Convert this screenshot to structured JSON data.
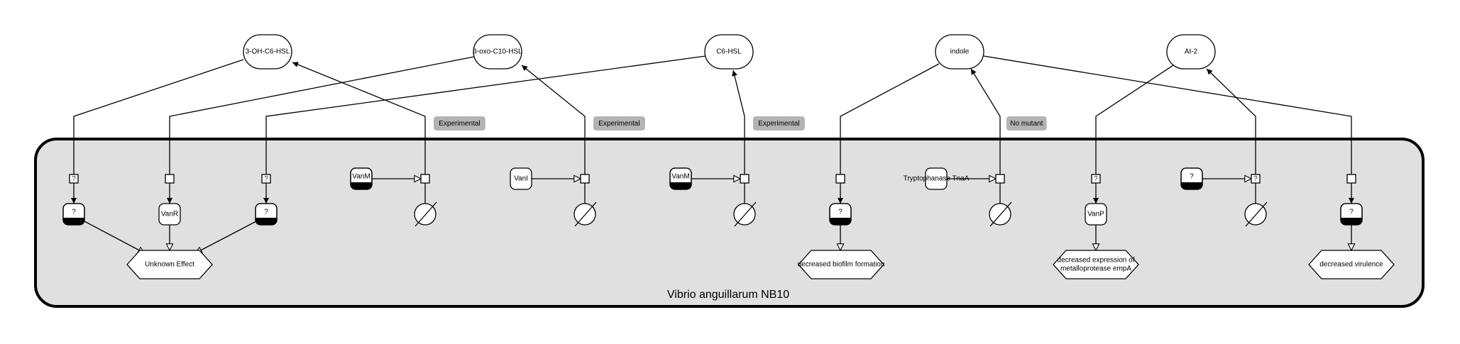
{
  "compartment": {
    "label": "Vibrio anguillarum  NB10"
  },
  "colors": {
    "compartment_fill": "#e0e0e0",
    "tag_fill": "#b3b3b3",
    "node_fill": "#ffffff",
    "stroke": "#000000"
  },
  "molecules": [
    {
      "id": "m1",
      "label": "3-OH-C6-HSL"
    },
    {
      "id": "m2",
      "label": "3-oxo-C10-HSL"
    },
    {
      "id": "m3",
      "label": "C6-HSL"
    },
    {
      "id": "m4",
      "label": "indole"
    },
    {
      "id": "m5",
      "label": "AI-2"
    }
  ],
  "receptor_processes": [
    {
      "id": "p1",
      "label": "?"
    },
    {
      "id": "p2",
      "label": ""
    },
    {
      "id": "p3",
      "label": "?"
    },
    {
      "id": "p7",
      "label": ""
    },
    {
      "id": "p8",
      "label": "?"
    },
    {
      "id": "p10",
      "label": ""
    }
  ],
  "receptors": [
    {
      "id": "r1",
      "label": "?",
      "mutant_marker": true
    },
    {
      "id": "r2",
      "label": "VanR",
      "mutant_marker": false
    },
    {
      "id": "r3",
      "label": "?",
      "mutant_marker": true
    },
    {
      "id": "r7",
      "label": "?",
      "mutant_marker": true
    },
    {
      "id": "r8",
      "label": "VanP",
      "mutant_marker": false
    },
    {
      "id": "r10",
      "label": "?",
      "mutant_marker": true
    }
  ],
  "synthases": [
    {
      "id": "s4",
      "label": "VanM",
      "mutant_marker": true,
      "process_label": "",
      "tag": "Experimental"
    },
    {
      "id": "s5",
      "label": "VanI",
      "mutant_marker": false,
      "process_label": "",
      "tag": "Experimental"
    },
    {
      "id": "s6",
      "label": "VanM",
      "mutant_marker": true,
      "process_label": "",
      "tag": "Experimental"
    },
    {
      "id": "s7",
      "label": "Tryptophanase TnaA",
      "mutant_marker": false,
      "process_label": "",
      "tag": "No mutant"
    },
    {
      "id": "s8",
      "label": "?",
      "mutant_marker": true,
      "process_label": "?",
      "tag": ""
    }
  ],
  "phenotypes": [
    {
      "id": "ph1",
      "label": "Unknown Effect",
      "lines": [
        "Unknown Effect"
      ]
    },
    {
      "id": "ph2",
      "label": "decreased biofilm formation",
      "lines": [
        "decreased biofilm formation"
      ]
    },
    {
      "id": "ph3",
      "label": "decreased expression of metalloprotease empA",
      "lines": [
        "decreased expression of",
        "metalloprotease empA"
      ]
    },
    {
      "id": "ph4",
      "label": "decreased virulence",
      "lines": [
        "decreased virulence"
      ]
    }
  ]
}
